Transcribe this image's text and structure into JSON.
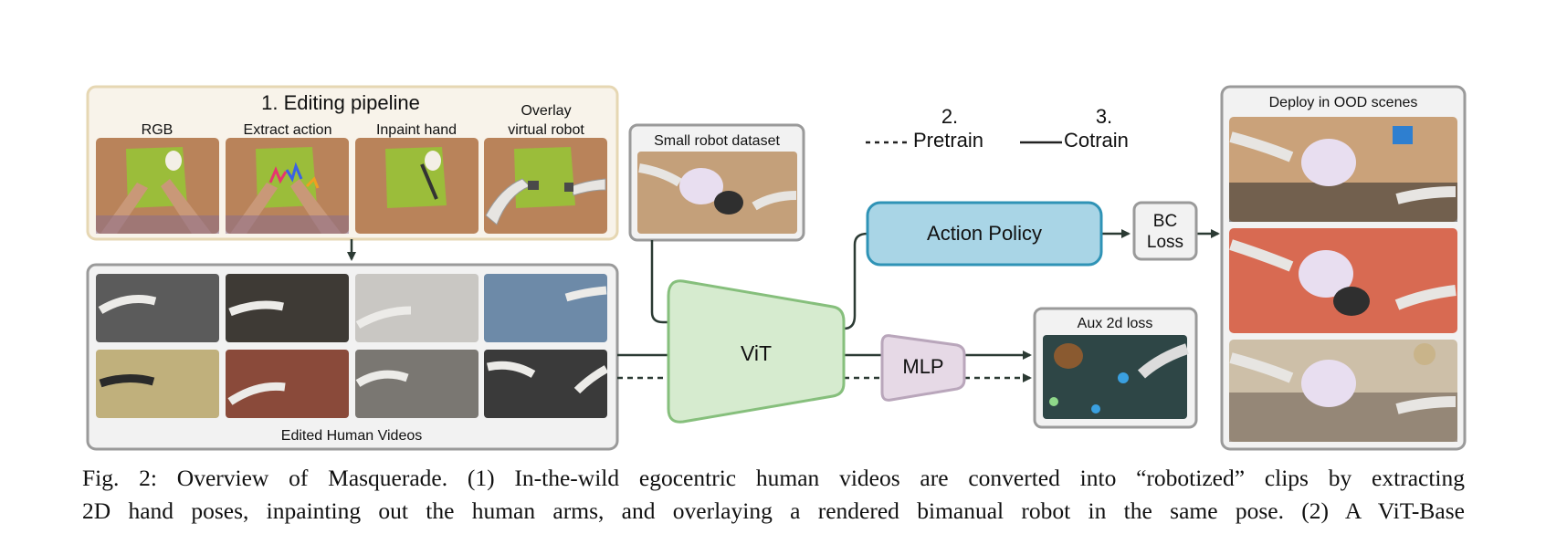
{
  "editing_pipeline": {
    "title": "1. Editing pipeline",
    "stages": [
      "RGB",
      "Extract action",
      "Inpaint hand",
      "Overlay",
      "virtual robot"
    ]
  },
  "edited_videos": {
    "label": "Edited Human Videos"
  },
  "small_robot_dataset": {
    "label": "Small robot dataset"
  },
  "legend": {
    "pretrain_number": "2.",
    "pretrain_label": "Pretrain",
    "cotrain_number": "3.",
    "cotrain_label": "Cotrain"
  },
  "vit": {
    "label": "ViT"
  },
  "mlp": {
    "label": "MLP"
  },
  "action_policy": {
    "label": "Action Policy"
  },
  "bc_loss": {
    "line1": "BC",
    "line2": "Loss"
  },
  "aux_loss": {
    "label": "Aux 2d loss"
  },
  "deploy": {
    "label": "Deploy in OOD scenes"
  },
  "caption": {
    "line1": "Fig. 2: Overview of Masquerade. (1) In-the-wild egocentric human videos are converted into “robotized” clips by extracting",
    "line2": "2D hand poses, inpainting out the human arms, and overlaying a rendered bimanual robot in the same pose. (2) A ViT-Base"
  },
  "colors": {
    "pipeline_border": "#e6d7b3",
    "pipeline_fill": "#f8f3ea",
    "vit_fill": "#d6ebcf",
    "vit_stroke": "#86bf7c",
    "mlp_fill": "#e6d9e6",
    "mlp_stroke": "#b9a6bb",
    "policy_fill": "#a9d5e6",
    "policy_stroke": "#2f93b6",
    "box_stroke": "#9a9a9a",
    "arrow": "#2b3a33"
  }
}
